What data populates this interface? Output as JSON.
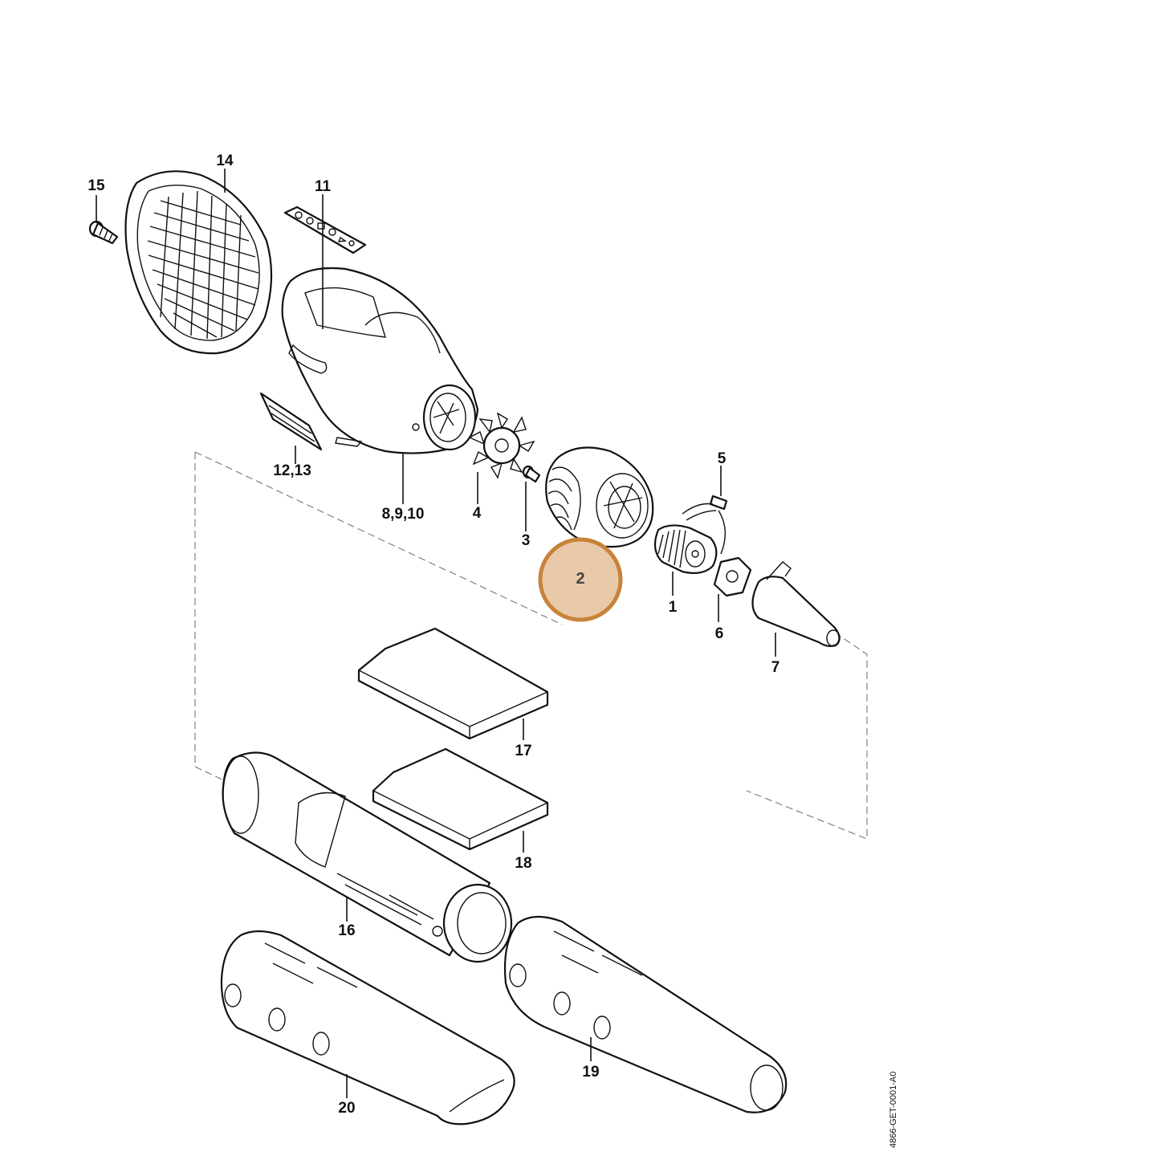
{
  "highlight": {
    "part": "2",
    "color": "#C8833A",
    "fill": "#E8C9A9"
  },
  "callouts": [
    {
      "id": "15",
      "text": "15"
    },
    {
      "id": "14",
      "text": "14"
    },
    {
      "id": "11",
      "text": "11"
    },
    {
      "id": "12-13",
      "text": "12,13"
    },
    {
      "id": "8-9-10",
      "text": "8,9,10"
    },
    {
      "id": "4",
      "text": "4"
    },
    {
      "id": "3",
      "text": "3"
    },
    {
      "id": "2",
      "text": "2"
    },
    {
      "id": "5",
      "text": "5"
    },
    {
      "id": "1",
      "text": "1"
    },
    {
      "id": "6",
      "text": "6"
    },
    {
      "id": "7",
      "text": "7"
    },
    {
      "id": "17",
      "text": "17"
    },
    {
      "id": "18",
      "text": "18"
    },
    {
      "id": "16",
      "text": "16"
    },
    {
      "id": "19",
      "text": "19"
    },
    {
      "id": "20",
      "text": "20"
    }
  ],
  "drawing_code": "4866-GET-0001-A0"
}
